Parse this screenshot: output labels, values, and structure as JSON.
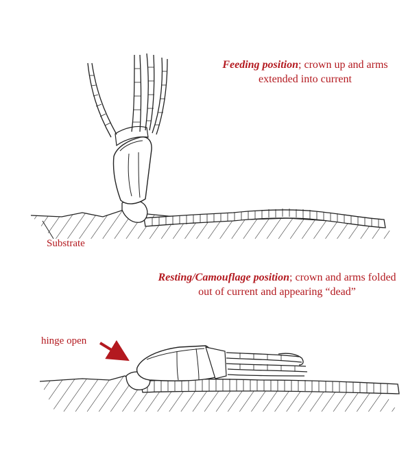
{
  "captions": {
    "feeding": {
      "emphasis": "Feeding position",
      "rest_line1": "; crown up and arms",
      "line2": "extended into current"
    },
    "resting": {
      "emphasis": "Resting/Camouflage position",
      "rest_line1": "; crown and arms folded",
      "line2": "out of current and appearing “dead”"
    }
  },
  "labels": {
    "substrate": "Substrate",
    "hinge": "hinge open"
  },
  "colors": {
    "annotation": "#b3191f",
    "ink": "#222222"
  }
}
